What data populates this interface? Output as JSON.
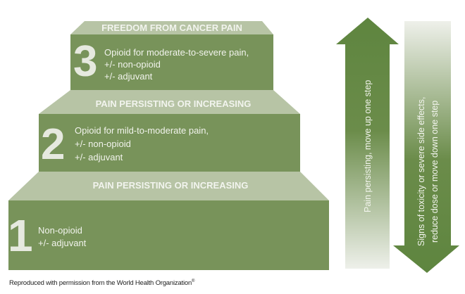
{
  "diagram": {
    "title": "WHO analgesic ladder",
    "colors": {
      "step_box": "#78935a",
      "step_top": "#b7c4a5",
      "arrow_dark": "#5e853f",
      "arrow_light": "#eef0ea",
      "text_light": "#f2f4ee",
      "numeral": "#e6e9df"
    },
    "top_label": "FREEDOM FROM CANCER PAIN",
    "steps": [
      {
        "number": "3",
        "lines": [
          "Opioid for moderate-to-severe pain,",
          "+/- non-opioid",
          "+/- adjuvant"
        ]
      },
      {
        "number": "2",
        "lines": [
          "Opioid for mild-to-moderate pain,",
          "+/- non-opioid",
          "+/- adjuvant"
        ],
        "top_label": "PAIN PERSISTING OR INCREASING"
      },
      {
        "number": "1",
        "lines": [
          "Non-opioid",
          "+/- adjuvant"
        ],
        "top_label": "PAIN PERSISTING OR INCREASING"
      }
    ],
    "up_arrow": {
      "lines": [
        "Pain persisting, move up one step"
      ]
    },
    "down_arrow": {
      "lines": [
        "Signs of toxicity or severe side effects,",
        "reduce dose or move down one step"
      ]
    }
  },
  "footnote": {
    "text": "Reproduced with permission from the World Health Organization",
    "mark": "®"
  }
}
